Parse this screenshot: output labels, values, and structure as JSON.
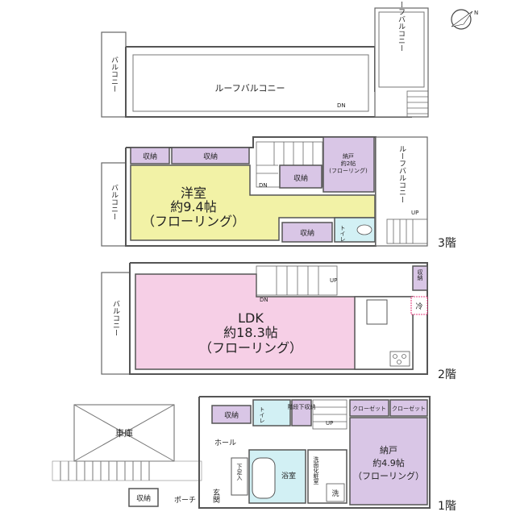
{
  "compass": {
    "label": "N"
  },
  "roof_floor": {
    "balcony_left": "バルコニー",
    "roof_balcony_main": "ルーフバルコニー",
    "roof_balcony_right": "ルーフバルコニー",
    "dn": "DN"
  },
  "floor3": {
    "level": "3階",
    "western_room_name": "洋室",
    "western_room_size": "約9.4帖",
    "western_room_floor": "（フローリング）",
    "closet_a": "収納",
    "closet_b": "収納",
    "closet_c": "収納",
    "closet_d": "収納",
    "storage_name": "納戸",
    "storage_size": "約2帖",
    "storage_floor": "(フローリング)",
    "roof_balcony": "ルーフバルコニー",
    "balcony": "バルコニー",
    "toilet": "トイレ",
    "dn": "DN",
    "up": "UP"
  },
  "floor2": {
    "level": "2階",
    "ldk_name": "LDK",
    "ldk_size": "約18.3帖",
    "ldk_floor": "（フローリング）",
    "balcony": "バルコニー",
    "closet": "収納",
    "fridge": "冷",
    "dn": "DN",
    "up": "UP"
  },
  "floor1": {
    "level": "1階",
    "garage": "車庫",
    "closet_a": "収納",
    "closet_b": "収納",
    "hall": "ホール",
    "entrance": "玄関",
    "shoe_box": "下足入",
    "porch": "ポーチ",
    "toilet": "トイレ",
    "under_stair": "階段下収納",
    "bath": "浴室",
    "washroom": "洗面化粧室",
    "wash": "洗",
    "closet_1": "クローゼット",
    "closet_2": "クローゼット",
    "storage_name": "納戸",
    "storage_size": "約4.9帖",
    "storage_floor": "（フローリング）",
    "up": "UP"
  }
}
